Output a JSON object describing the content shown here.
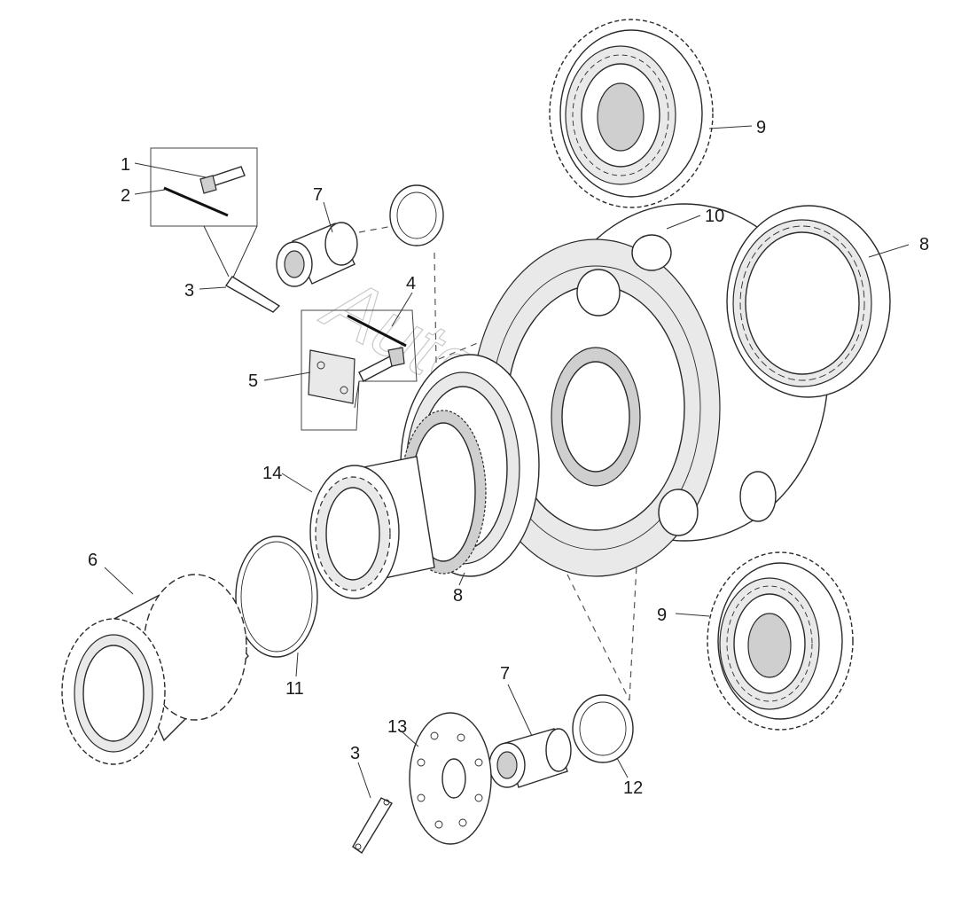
{
  "watermark": "AutoSoft",
  "callouts": {
    "c1": "1",
    "c2": "2",
    "c3a": "3",
    "c3b": "3",
    "c4": "4",
    "c5": "5",
    "c6": "6",
    "c7a": "7",
    "c7b": "7",
    "c8a": "8",
    "c8b": "8",
    "c9a": "9",
    "c9b": "9",
    "c10": "10",
    "c11": "11",
    "c12": "12",
    "c13": "13",
    "c14": "14"
  }
}
